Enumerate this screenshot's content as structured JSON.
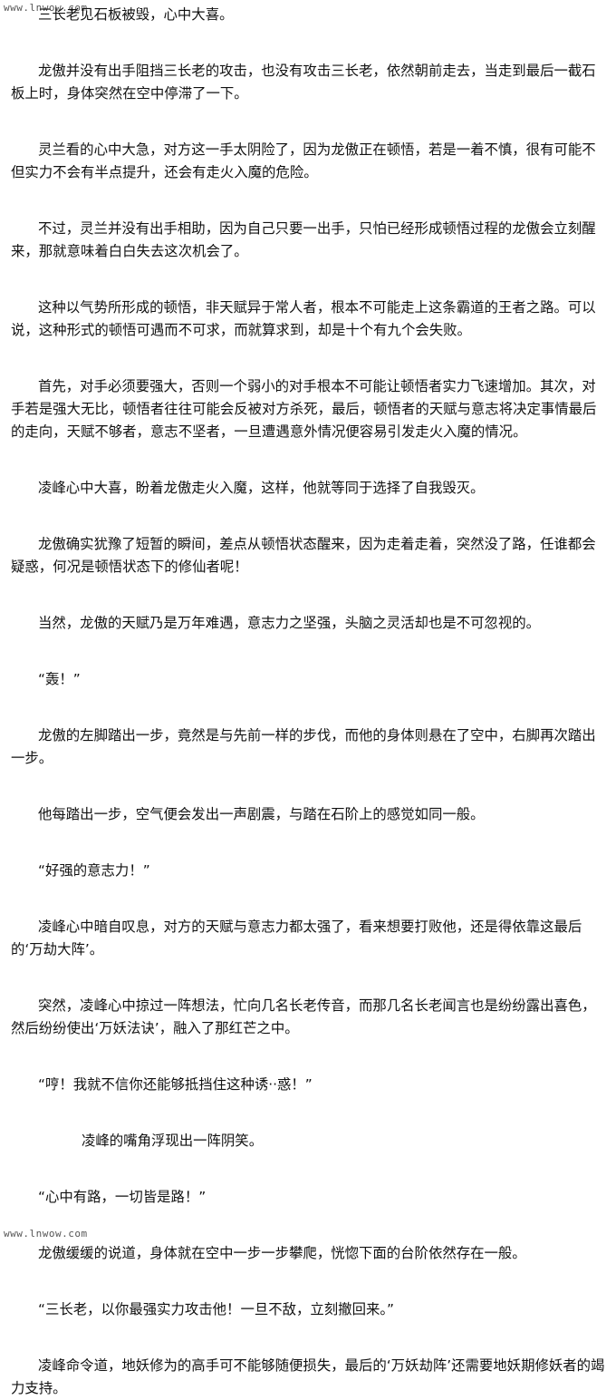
{
  "watermark": {
    "top": "www.lnwow.com",
    "bottom": "www.lnwow.com"
  },
  "paragraphs": [
    "三长老见石板被毁，心中大喜。",
    "龙傲并没有出手阻挡三长老的攻击，也没有攻击三长老，依然朝前走去，当走到最后一截石板上时，身体突然在空中停滞了一下。",
    "灵兰看的心中大急，对方这一手太阴险了，因为龙傲正在顿悟，若是一着不慎，很有可能不但实力不会有半点提升，还会有走火入魔的危险。",
    "不过，灵兰并没有出手相助，因为自己只要一出手，只怕已经形成顿悟过程的龙傲会立刻醒来，那就意味着白白失去这次机会了。",
    "这种以气势所形成的顿悟，非天赋异于常人者，根本不可能走上这条霸道的王者之路。可以说，这种形式的顿悟可遇而不可求，而就算求到，却是十个有九个会失败。",
    "首先，对手必须要强大，否则一个弱小的对手根本不可能让顿悟者实力飞速增加。其次，对手若是强大无比，顿悟者往往可能会反被对方杀死，最后，顿悟者的天赋与意志将决定事情最后的走向，天赋不够者，意志不坚者，一旦遭遇意外情况便容易引发走火入魔的情况。",
    "凌峰心中大喜，盼着龙傲走火入魔，这样，他就等同于选择了自我毁灭。",
    "龙傲确实犹豫了短暂的瞬间，差点从顿悟状态醒来，因为走着走着，突然没了路，任谁都会疑惑，何况是顿悟状态下的修仙者呢！",
    "当然，龙傲的天赋乃是万年难遇，意志力之坚强，头脑之灵活却也是不可忽视的。",
    "“轰！”",
    "龙傲的左脚踏出一步，竟然是与先前一样的步伐，而他的身体则悬在了空中，右脚再次踏出一步。",
    "他每踏出一步，空气便会发出一声剧震，与踏在石阶上的感觉如同一般。",
    "“好强的意志力！”",
    "凌峰心中暗自叹息，对方的天赋与意志力都太强了，看来想要打败他，还是得依靠这最后的‘万劫大阵’。",
    "突然，凌峰心中掠过一阵想法，忙向几名长老传音，而那几名长老闻言也是纷纷露出喜色，然后纷纷使出‘万妖法诀’，融入了那红芒之中。",
    "“哼！我就不信你还能够抵挡住这种诱··惑！”",
    "凌峰的嘴角浮现出一阵阴笑。",
    "“心中有路，一切皆是路！”",
    "龙傲缓缓的说道，身体就在空中一步一步攀爬，恍惚下面的台阶依然存在一般。",
    "“三长老，以你最强实力攻击他！一旦不敌，立刻撤回来。”",
    "凌峰命令道，地妖修为的高手可不能够随便损失，最后的‘万妖劫阵’还需要地妖期修妖者的竭力支持。"
  ]
}
